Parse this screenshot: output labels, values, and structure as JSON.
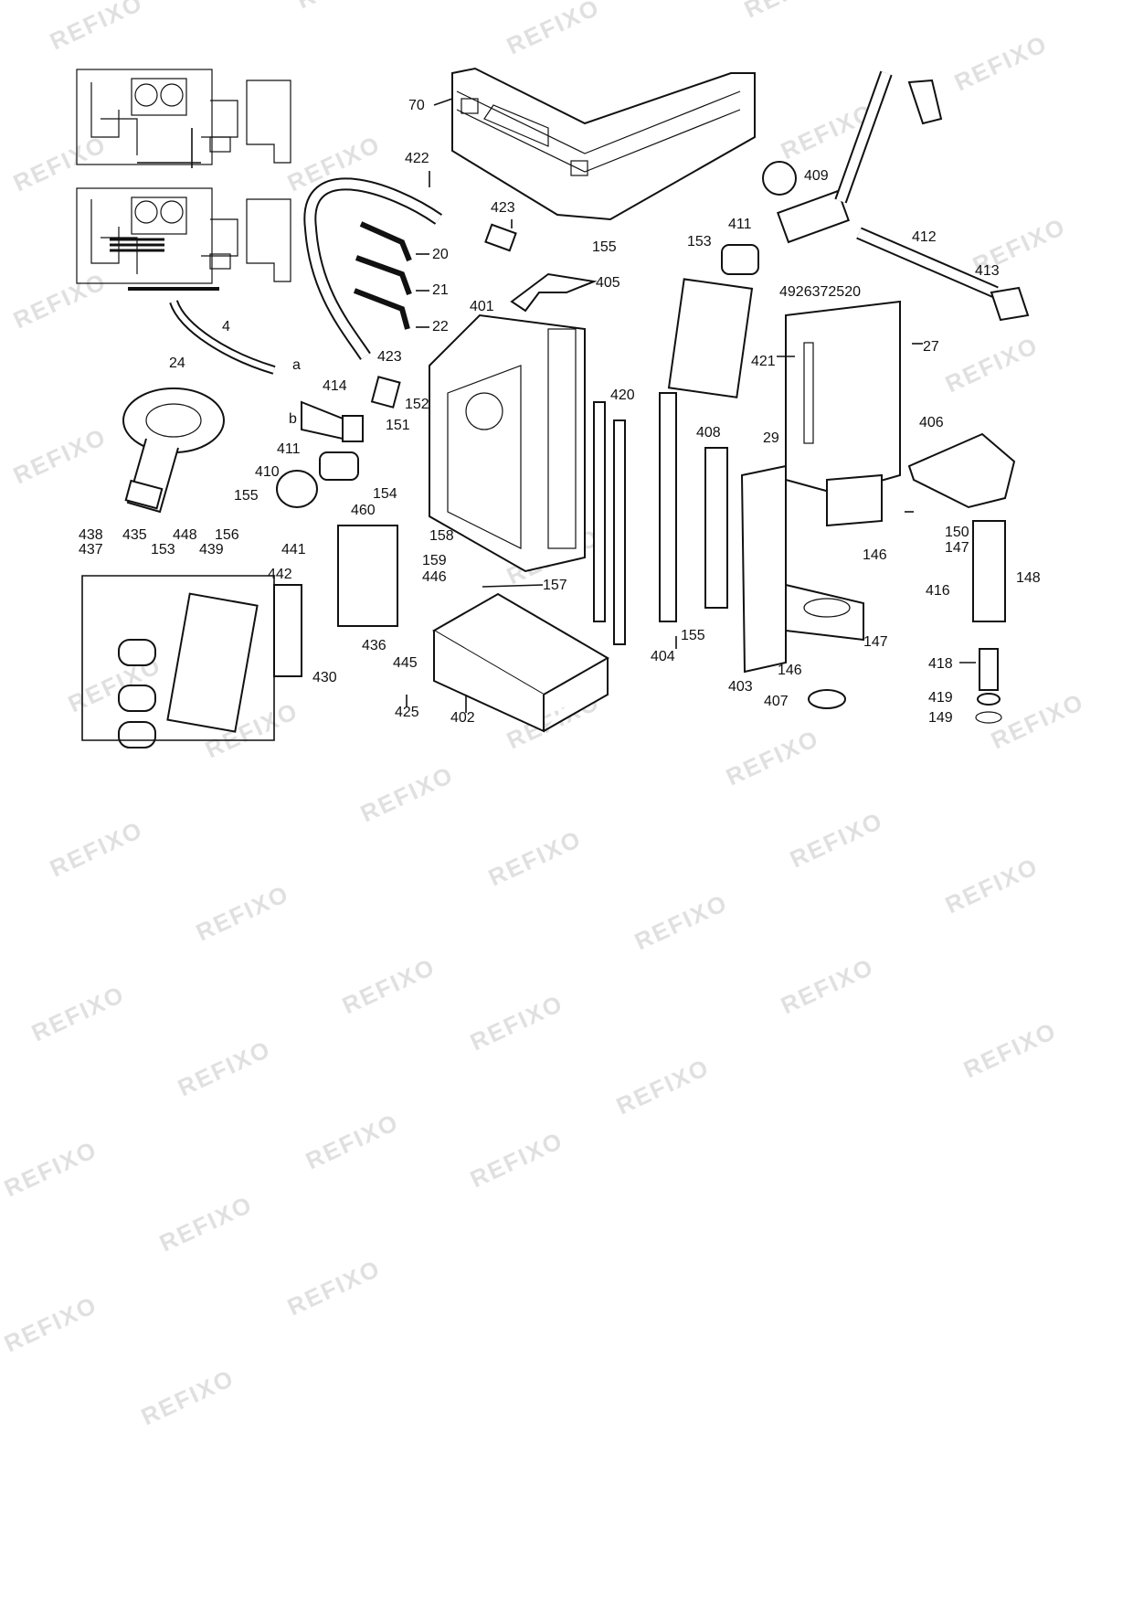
{
  "watermark": "REFIXO",
  "doc_number": "4926372520",
  "part_labels": [
    "70",
    "422",
    "423",
    "20",
    "21",
    "22",
    "423",
    "4",
    "a",
    "b",
    "24",
    "414",
    "152",
    "151",
    "411",
    "410",
    "155",
    "154",
    "460",
    "401",
    "153",
    "155",
    "405",
    "411",
    "409",
    "412",
    "413",
    "27",
    "421",
    "420",
    "29",
    "408",
    "406",
    "150",
    "147",
    "146",
    "416",
    "148",
    "158",
    "159",
    "446",
    "157",
    "155",
    "404",
    "403",
    "146",
    "147",
    "407",
    "418",
    "419",
    "149",
    "402",
    "438",
    "435",
    "448",
    "156",
    "441",
    "442",
    "437",
    "153",
    "439",
    "436",
    "445",
    "430",
    "425"
  ]
}
